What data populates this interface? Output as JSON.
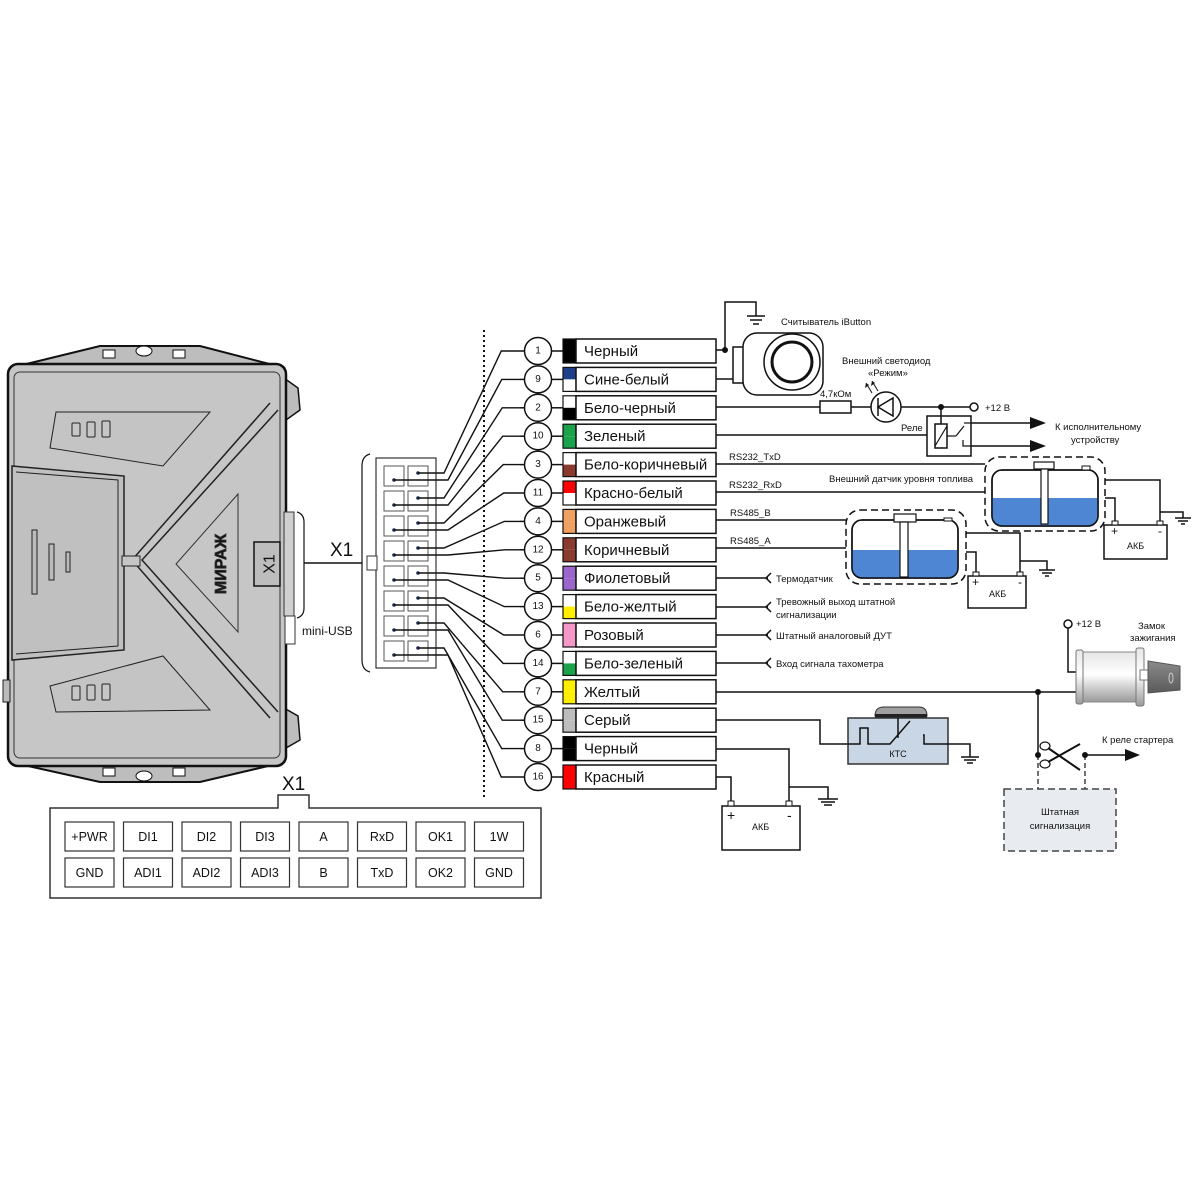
{
  "device": {
    "brand": "МИРАЖ",
    "connector_label": "X1",
    "usb_label": "mini-USB",
    "body_color": "#c8c8c8"
  },
  "connector_pinout": {
    "title": "X1",
    "top_row": [
      "+PWR",
      "DI1",
      "DI2",
      "DI3",
      "A",
      "RxD",
      "OK1",
      "1W"
    ],
    "bottom_row": [
      "GND",
      "ADI1",
      "ADI2",
      "ADI3",
      "B",
      "TxD",
      "OK2",
      "GND"
    ]
  },
  "wires": [
    {
      "pin": "1",
      "name": "Черный",
      "color_top": "#000000",
      "color_bottom": "#000000"
    },
    {
      "pin": "9",
      "name": "Сине-белый",
      "color_top": "#1f3f8a",
      "color_bottom": "#ffffff"
    },
    {
      "pin": "2",
      "name": "Бело-черный",
      "color_top": "#ffffff",
      "color_bottom": "#000000"
    },
    {
      "pin": "10",
      "name": "Зеленый",
      "color_top": "#1aa34a",
      "color_bottom": "#1aa34a"
    },
    {
      "pin": "3",
      "name": "Бело-коричневый",
      "color_top": "#ffffff",
      "color_bottom": "#8b3a2e"
    },
    {
      "pin": "11",
      "name": "Красно-белый",
      "color_top": "#ff0000",
      "color_bottom": "#ffffff"
    },
    {
      "pin": "4",
      "name": "Оранжевый",
      "color_top": "#f0a060",
      "color_bottom": "#f0a060"
    },
    {
      "pin": "12",
      "name": "Коричневый",
      "color_top": "#8b3a2e",
      "color_bottom": "#8b3a2e"
    },
    {
      "pin": "5",
      "name": "Фиолетовый",
      "color_top": "#9a66cc",
      "color_bottom": "#9a66cc"
    },
    {
      "pin": "13",
      "name": "Бело-желтый",
      "color_top": "#ffffff",
      "color_bottom": "#ffee00"
    },
    {
      "pin": "6",
      "name": "Розовый",
      "color_top": "#f598c8",
      "color_bottom": "#f598c8"
    },
    {
      "pin": "14",
      "name": "Бело-зеленый",
      "color_top": "#ffffff",
      "color_bottom": "#1aa34a"
    },
    {
      "pin": "7",
      "name": "Желтый",
      "color_top": "#ffee00",
      "color_bottom": "#ffee00"
    },
    {
      "pin": "15",
      "name": "Серый",
      "color_top": "#bdbdbd",
      "color_bottom": "#bdbdbd"
    },
    {
      "pin": "8",
      "name": "Черный",
      "color_top": "#000000",
      "color_bottom": "#000000"
    },
    {
      "pin": "16",
      "name": "Красный",
      "color_top": "#ff0000",
      "color_bottom": "#ff0000"
    }
  ],
  "peripherals": {
    "ibutton": "Считыватель iButton",
    "led_title": "Внешний светодиод",
    "led_mode": "«Режим»",
    "resistor": "4,7кОм",
    "relay": "Реле",
    "plus12_a": "+12 В",
    "actuator_line1": "К исполнительному",
    "actuator_line2": "устройству",
    "rs232_txd": "RS232_TxD",
    "rs232_rxd": "RS232_RxD",
    "rs485_b": "RS485_B",
    "rs485_a": "RS485_A",
    "fuel_sensor": "Внешний датчик уровня топлива",
    "battery": "АКБ",
    "thermo": "Термодатчик",
    "alarm_out_line1": "Тревожный выход штатной",
    "alarm_out_line2": "сигнализации",
    "analog_fuel": "Штатный аналоговый ДУТ",
    "tacho": "Вход сигнала тахометра",
    "plus12_b": "+12 В",
    "ignition_line1": "Замок",
    "ignition_line2": "зажигания",
    "kts": "КТС",
    "starter_relay": "К реле стартера",
    "std_alarm_line1": "Штатная",
    "std_alarm_line2": "сигнализация",
    "plus_sign": "+",
    "minus_sign": "-"
  },
  "colors": {
    "fuel": "#4f86d4",
    "kts_fill": "#c9d6e6",
    "alarm_fill": "#e8ebf0"
  }
}
